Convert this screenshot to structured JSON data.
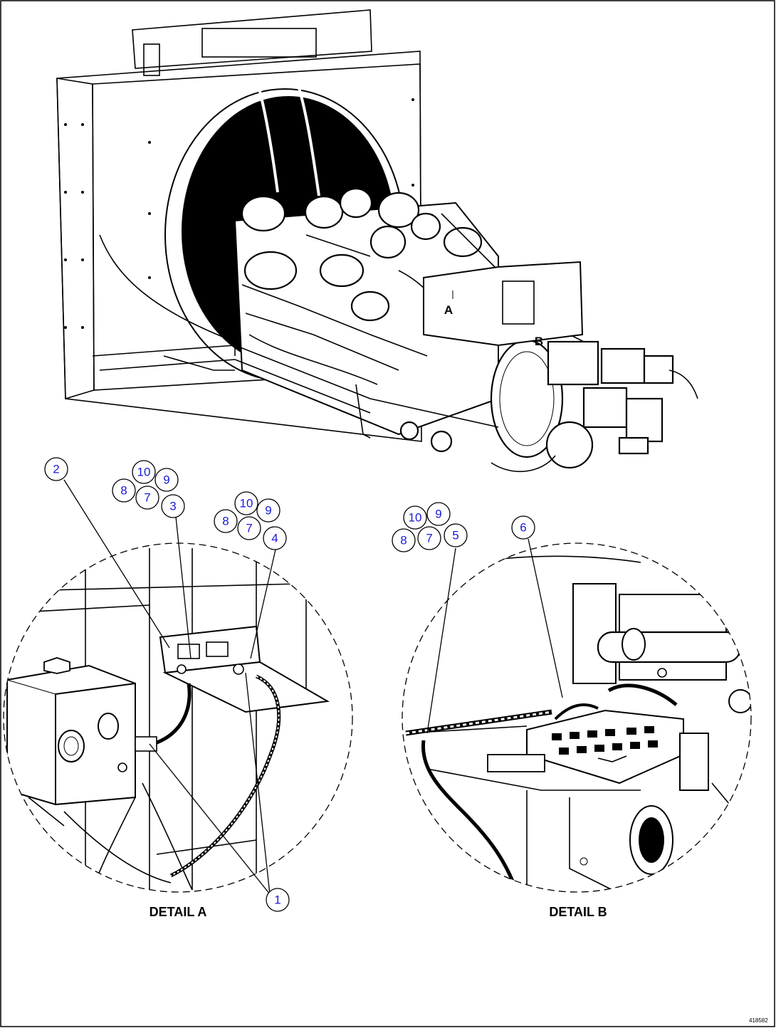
{
  "details": [
    {
      "id": "detail-a",
      "label": "DETAIL A"
    },
    {
      "id": "detail-b",
      "label": "DETAIL B"
    }
  ],
  "view_refs": [
    {
      "id": "ref-a",
      "letter": "A"
    },
    {
      "id": "ref-b",
      "letter": "B"
    }
  ],
  "callouts": [
    {
      "id": "c2",
      "text": "2"
    },
    {
      "id": "c10a",
      "text": "10"
    },
    {
      "id": "c9a",
      "text": "9"
    },
    {
      "id": "c8a",
      "text": "8"
    },
    {
      "id": "c7a",
      "text": "7"
    },
    {
      "id": "c3",
      "text": "3"
    },
    {
      "id": "c10b",
      "text": "10"
    },
    {
      "id": "c9b",
      "text": "9"
    },
    {
      "id": "c8b",
      "text": "8"
    },
    {
      "id": "c7b",
      "text": "7"
    },
    {
      "id": "c4",
      "text": "4"
    },
    {
      "id": "c10c",
      "text": "10"
    },
    {
      "id": "c9c",
      "text": "9"
    },
    {
      "id": "c8c",
      "text": "8"
    },
    {
      "id": "c7c",
      "text": "7"
    },
    {
      "id": "c5",
      "text": "5"
    },
    {
      "id": "c6",
      "text": "6"
    },
    {
      "id": "c1",
      "text": "1"
    }
  ],
  "drawing_number": "418582"
}
